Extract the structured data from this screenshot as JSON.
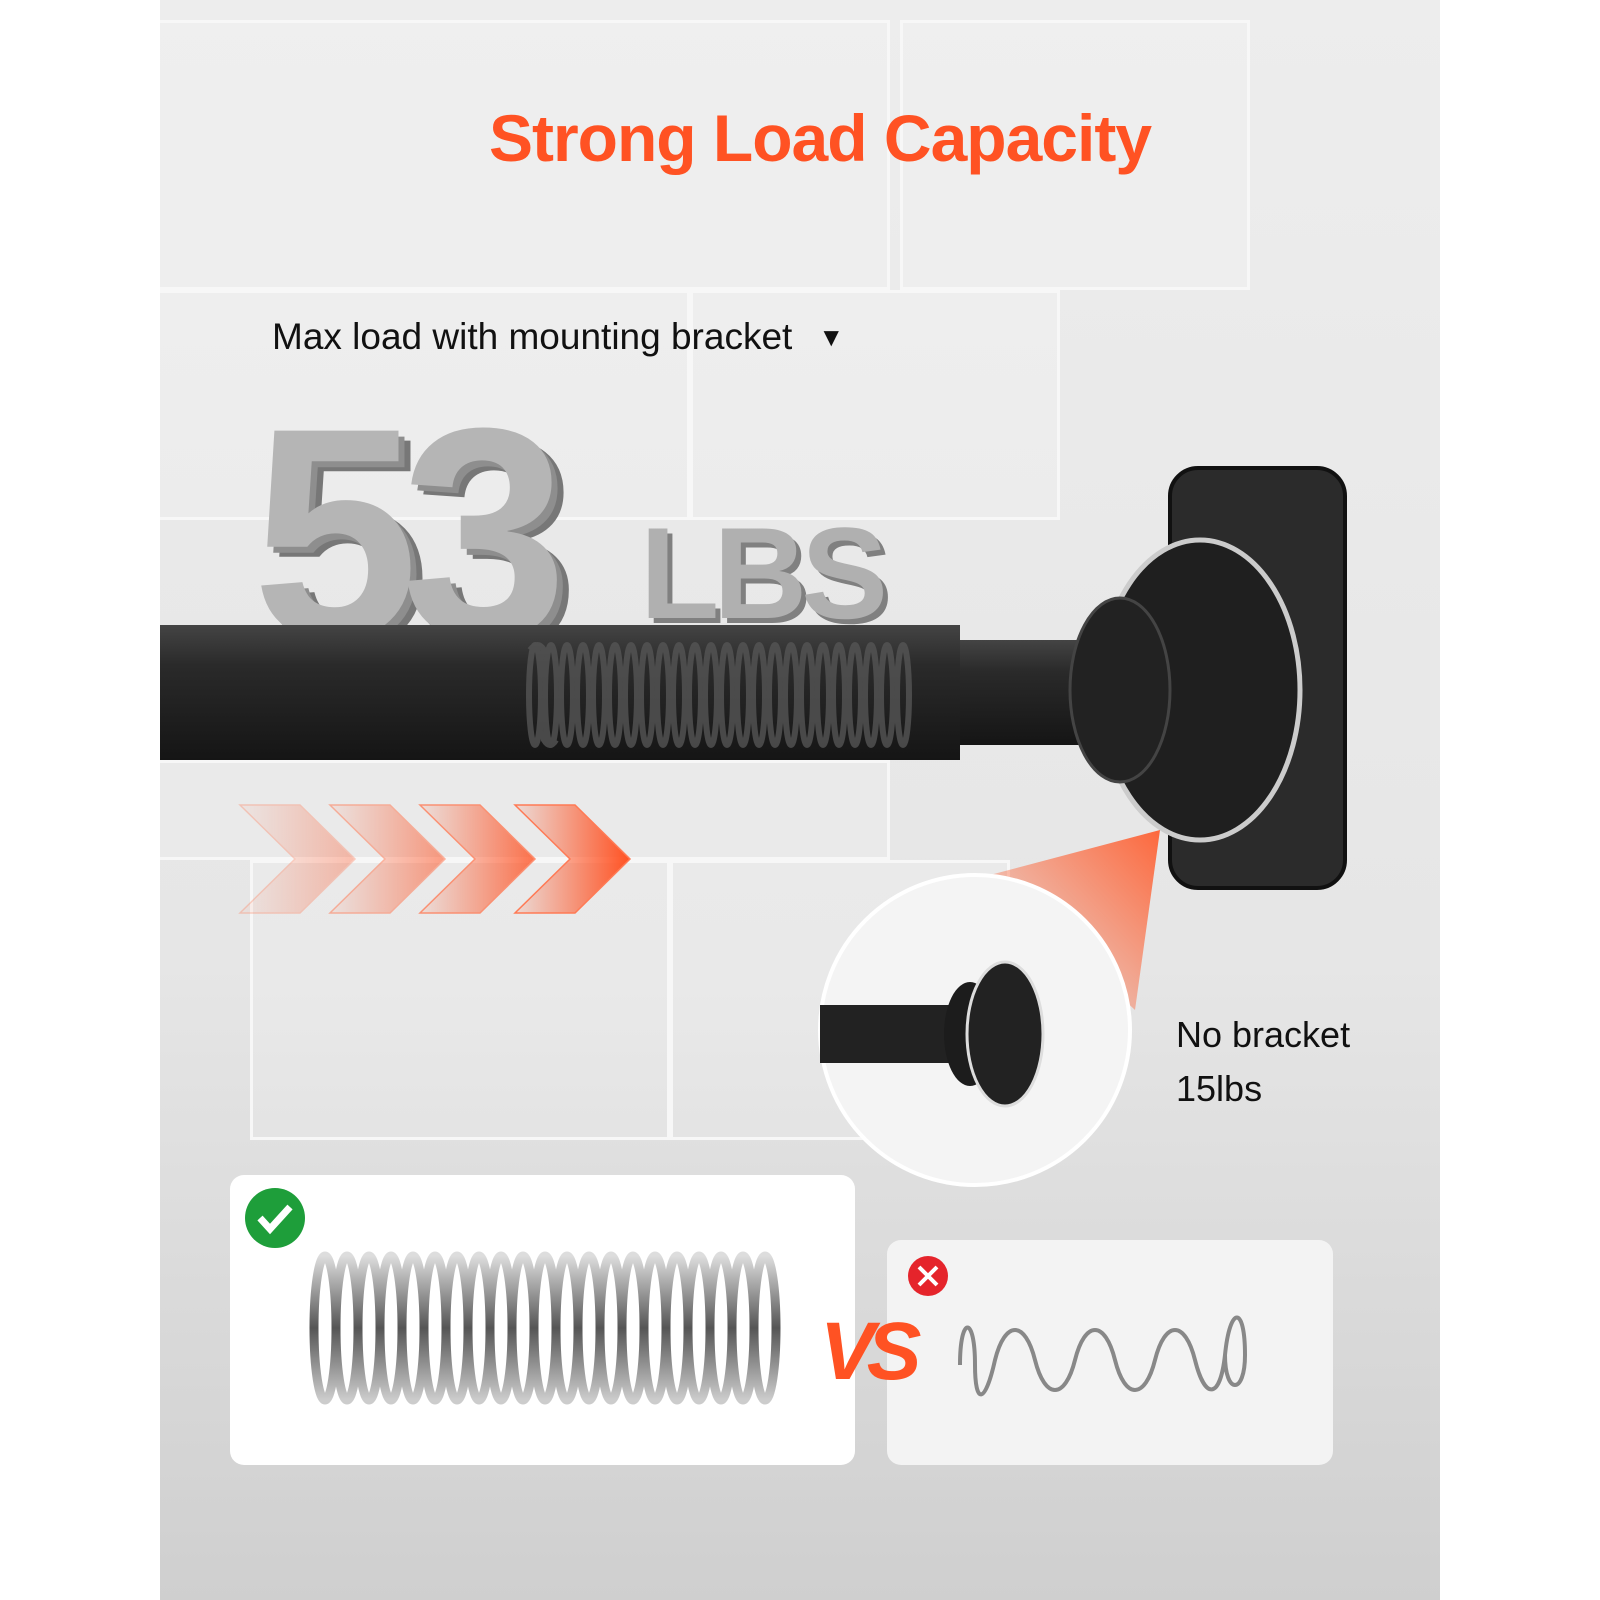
{
  "title": "Strong Load Capacity",
  "subtitle": "Max load with mounting bracket",
  "subtitle_icon": "triangle-down-icon",
  "load_value": "53",
  "load_unit": "LBS",
  "no_bracket": {
    "line1": "No bracket",
    "line2": "15lbs"
  },
  "comparison": {
    "left_icon": "check-circle-icon",
    "vs_label": "VS",
    "right_icon": "x-circle-icon"
  },
  "colors": {
    "accent": "#ff5223",
    "check": "#1e9e3a",
    "cross": "#e5242b",
    "rod": "#262626"
  }
}
